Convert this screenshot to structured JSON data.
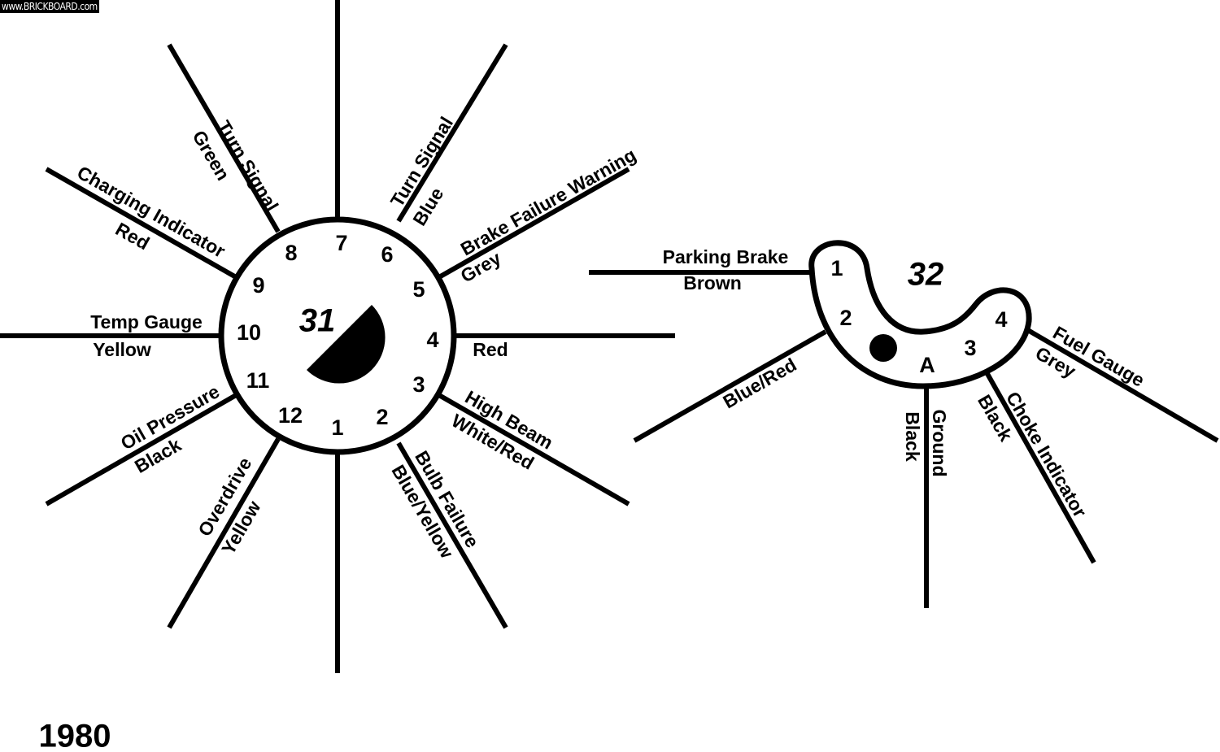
{
  "watermark": "www.BRICKBOARD.com",
  "year": "1980",
  "connector31": {
    "id": "31",
    "pins": [
      "1",
      "2",
      "3",
      "4",
      "5",
      "6",
      "7",
      "8",
      "9",
      "10",
      "11",
      "12"
    ],
    "wires": {
      "turn_signal_blue": {
        "name": "Turn Signal",
        "color": "Blue"
      },
      "brake_failure": {
        "name": "Brake Failure Warning",
        "color": "Grey"
      },
      "pin4": {
        "color": "Red"
      },
      "high_beam": {
        "name": "High Beam",
        "color": "White/Red"
      },
      "bulb_failure": {
        "name": "Bulb Failure",
        "color": "Blue/Yellow"
      },
      "overdrive": {
        "name": "Overdrive",
        "color": "Yellow"
      },
      "oil_pressure": {
        "name": "Oil Pressure",
        "color": "Black"
      },
      "temp_gauge": {
        "name": "Temp Gauge",
        "color": "Yellow"
      },
      "charging": {
        "name": "Charging Indicator",
        "color": "Red"
      },
      "turn_signal_green": {
        "name": "Turn Signal",
        "color": "Green"
      }
    }
  },
  "connector32": {
    "id": "32",
    "pins": [
      "1",
      "2",
      "3",
      "4",
      "A"
    ],
    "wires": {
      "parking_brake": {
        "name": "Parking Brake",
        "color": "Brown"
      },
      "pin2": {
        "color": "Blue/Red"
      },
      "ground": {
        "name": "Ground",
        "color": "Black"
      },
      "choke": {
        "name": "Choke Indicator",
        "color": "Black"
      },
      "fuel_gauge": {
        "name": "Fuel Gauge",
        "color": "Grey"
      }
    }
  }
}
